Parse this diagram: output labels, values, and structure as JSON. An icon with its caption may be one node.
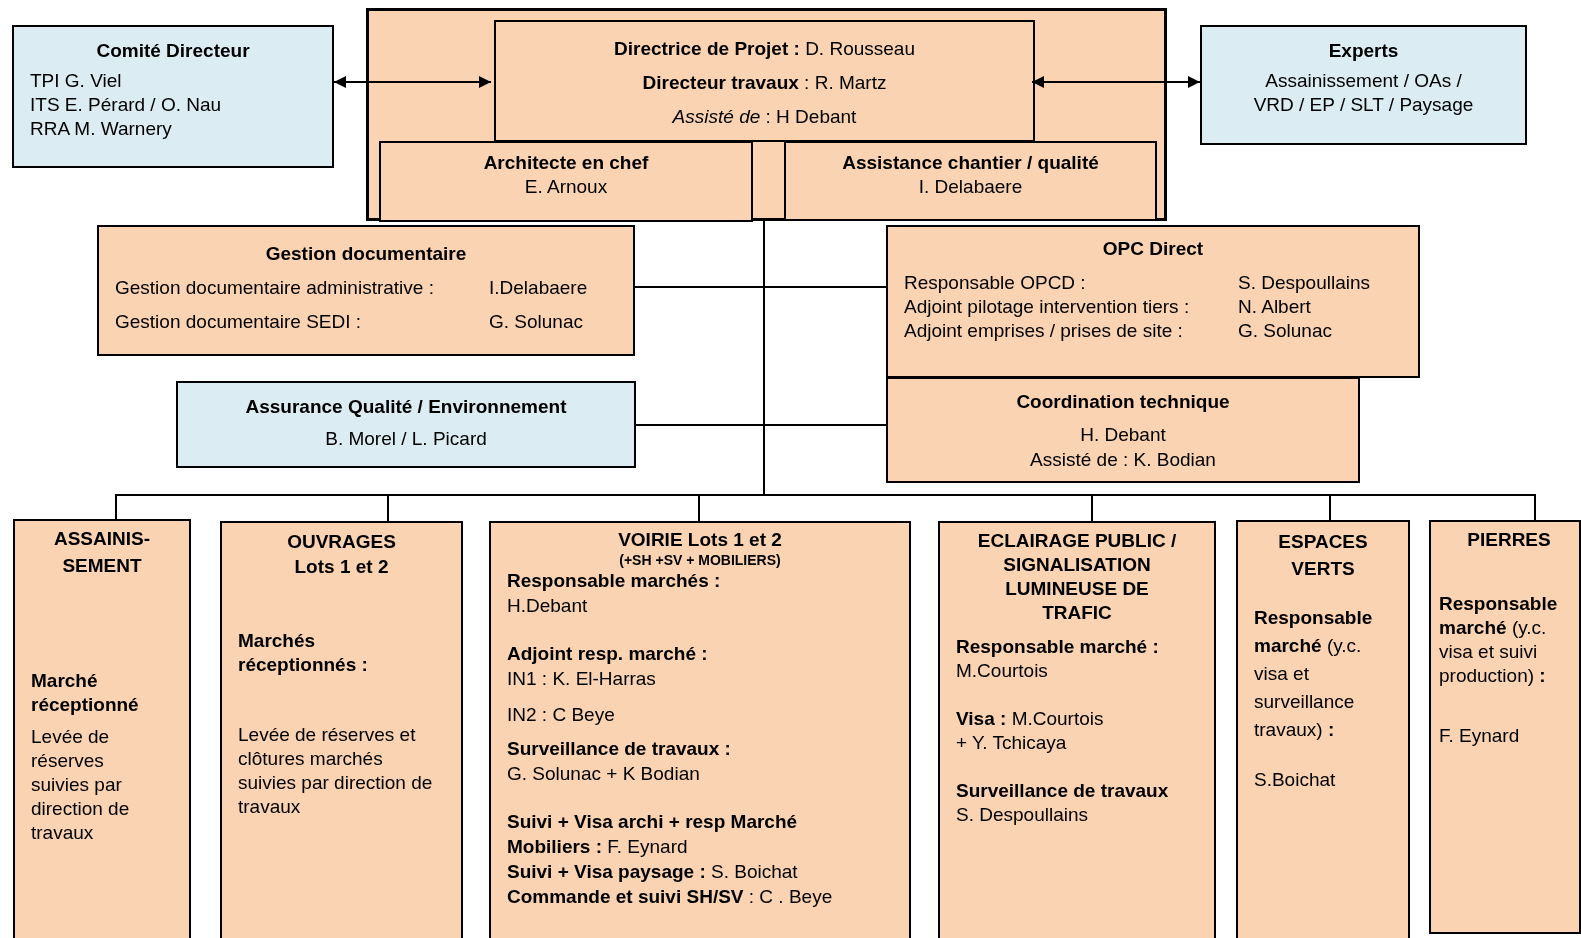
{
  "diagram": {
    "nodes": [
      {
        "text": [
          "Comité Directeur",
          "TPI G. Viel",
          "ITS E. Pérard / O. Nau",
          "RRA M. Warnery"
        ]
      },
      {
        "text": [],
        "shape": "box"
      },
      {
        "text": [
          "**Directrice de Projet :** D. Rousseau",
          "**Directeur travaux** : R. Martz",
          "*Assisté de* : H Debant"
        ],
        "in": 1
      },
      {
        "text": [
          "Architecte en chef",
          "E. Arnoux"
        ],
        "in": 1
      },
      {
        "text": [
          "Assistance chantier / qualité",
          "I. Delabaere"
        ],
        "in": 1
      },
      {
        "text": [
          "Experts",
          "Assainissement / OAs / VRD / EP / SLT / Paysage"
        ]
      },
      {
        "text": [
          "Gestion documentaire",
          "Gestion documentaire administrative :",
          "I.Delabaere",
          "Gestion documentaire SEDI :",
          "G. Solunac"
        ]
      },
      {
        "text": [
          "OPC Direct",
          "Responsable OPCD :",
          "S. Despoullains",
          "Adjoint pilotage intervention tiers :",
          "N. Albert",
          "Adjoint emprises / prises de site :",
          "G. Solunac"
        ]
      },
      {
        "text": [
          "Assurance Qualité / Environnement",
          "B. Morel / L. Picard"
        ]
      },
      {
        "text": [
          "Coordination technique",
          "H. Debant",
          "Assisté de : K. Bodian"
        ]
      },
      {
        "text": [
          "ASSAINIS- SEMENT",
          "Marché réceptionné",
          "Levée de réserves suivies par direction de travaux"
        ]
      },
      {
        "text": [
          "OUVRAGES Lots 1 et 2",
          "Marchés réceptionnés :",
          "Levée de réserves et clôtures marchés suivies par direction de travaux"
        ]
      },
      {
        "text": [
          "VOIRIE Lots 1 et 2",
          "(+SH +SV + MOBILIERS)",
          "Responsable marchés :",
          "H.Debant",
          "Adjoint resp. marché :",
          "IN1 : K. El-Harras",
          "IN2 : C Beye",
          "Surveillance de travaux :",
          "G. Solunac + K Bodian",
          "Suivi + Visa archi + resp Marché",
          "**Mobiliers :** F. Eynard",
          "**Suivi + Visa paysage :** S. Boichat",
          "**Commande et suivi SH/SV** : C . Beye"
        ]
      },
      {
        "text": [
          "ECLAIRAGE PUBLIC / SIGNALISATION LUMINEUSE DE TRAFIC",
          "Responsable marché :",
          "M.Courtois",
          "**Visa :** M.Courtois + Y. Tchicaya",
          "Surveillance de travaux",
          "S. Despoullains"
        ]
      },
      {
        "text": [
          "ESPACES VERTS",
          "**Responsable marché** (y.c. visa et surveillance travaux) **:**",
          "S.Boichat"
        ]
      },
      {
        "text": [
          "PIERRES",
          "**Responsable marché** (y.c. visa et suivi production) **:**",
          "F. Eynard"
        ]
      }
    ],
    "edges": [
      {
        "from": 0,
        "to": 2,
        "arrow": "both"
      },
      {
        "from": 2,
        "to": 5,
        "arrow": "both"
      },
      {
        "from": 1,
        "to": 6,
        "arrow": "none"
      },
      {
        "from": 1,
        "to": 7,
        "arrow": "none"
      },
      {
        "from": 1,
        "to": 8,
        "arrow": "none"
      },
      {
        "from": 1,
        "to": 9,
        "arrow": "none"
      },
      {
        "from": 1,
        "to": 10,
        "arrow": "none"
      },
      {
        "from": 1,
        "to": 11,
        "arrow": "none"
      },
      {
        "from": 1,
        "to": 12,
        "arrow": "none"
      },
      {
        "from": 1,
        "to": 13,
        "arrow": "none"
      },
      {
        "from": 1,
        "to": 14,
        "arrow": "none"
      },
      {
        "from": 1,
        "to": 15,
        "arrow": "none"
      }
    ]
  }
}
